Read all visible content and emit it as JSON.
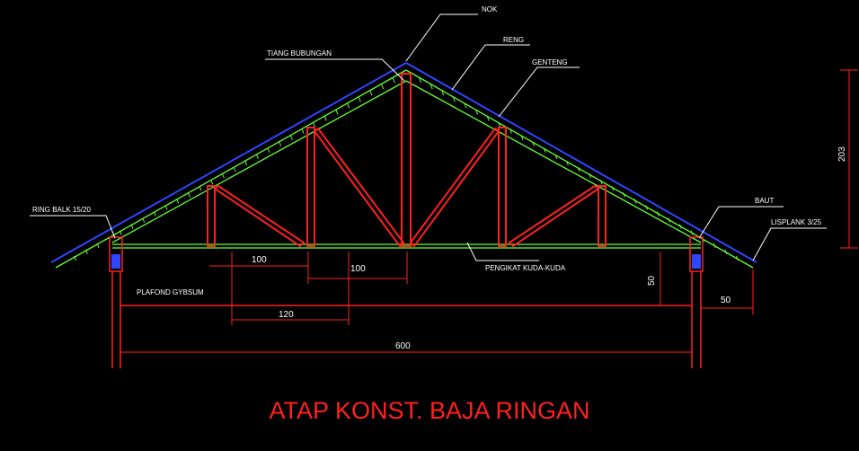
{
  "title": "ATAP KONST. BAJA RINGAN",
  "labels": {
    "nok": "NOK",
    "reng": "RENG",
    "genteng": "GENTENG",
    "tiang_bubungan": "TIANG BUBUNGAN",
    "ring_balk": "RING BALK 15/20",
    "baut": "BAUT",
    "lisplank": "LISPLANK 3/25",
    "pengikat": "PENGIKAT KUDA-KUDA",
    "plafond": "PLAFOND GYBSUM"
  },
  "dimensions": {
    "d100_left": "100",
    "d100_mid": "100",
    "d120": "120",
    "d600": "600",
    "d50_vert": "50",
    "d50_right": "50",
    "d203": "203"
  },
  "colors": {
    "background": "#000000",
    "truss": "#ff2020",
    "chord": "#66ff33",
    "roof": "#2f45ff",
    "label": "#ffffff",
    "title": "#ff2020"
  }
}
